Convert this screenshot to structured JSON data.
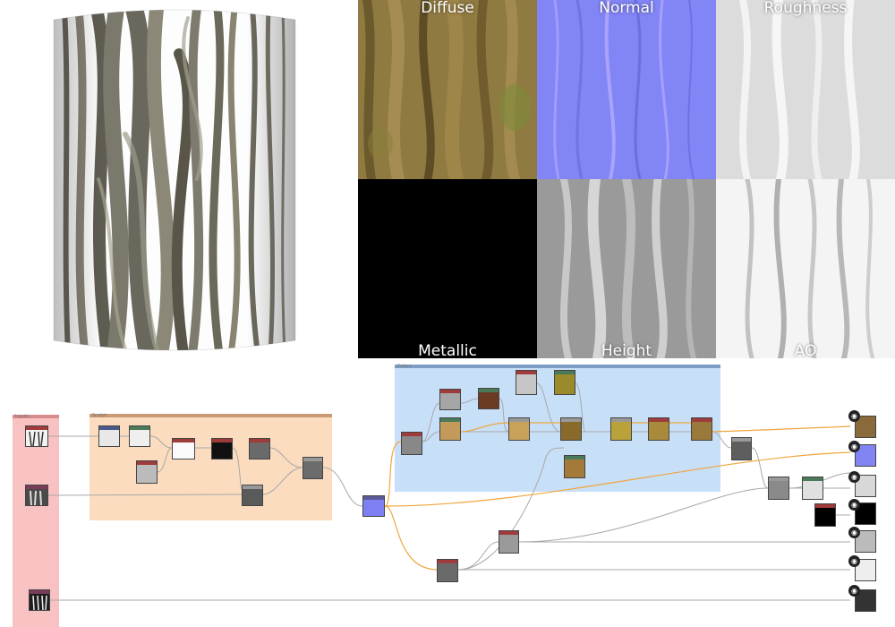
{
  "preview": {
    "map_labels": {
      "diffuse": "Diffuse",
      "normal": "Normal",
      "roughness": "Roughness",
      "metallic": "Metallic",
      "height": "Height",
      "ao": "AO"
    }
  },
  "graph": {
    "frames": {
      "inputs": "Inputs",
      "sculpt": "Sculpt",
      "colors": "Colors"
    },
    "colors": {
      "inputs_frame": "#f9c2c2",
      "inputs_bar": "#d98a8a",
      "sculpt_frame": "#fbdcbf",
      "sculpt_bar": "#c99a73",
      "colors_frame": "#c8dff8",
      "colors_bar": "#7f9cc4",
      "wire_gray": "#a8a8a8",
      "wire_orange": "#f0a63c"
    }
  }
}
